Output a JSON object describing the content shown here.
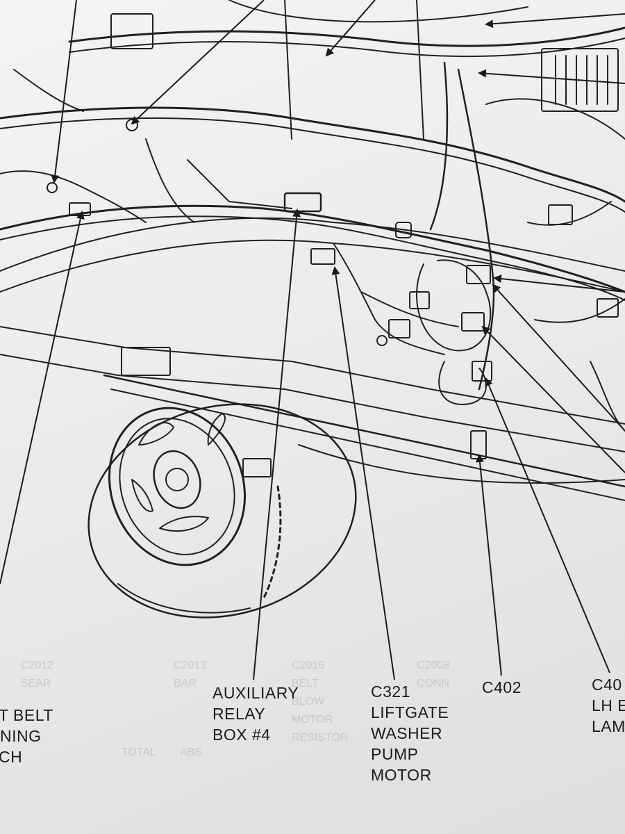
{
  "callouts": {
    "seat_belt": [
      "T BELT",
      "NING",
      "CH"
    ],
    "aux_relay": [
      "AUXILIARY",
      "RELAY",
      "BOX #4"
    ],
    "c321": [
      "C321",
      "LIFTGATE",
      "WASHER",
      "PUMP",
      "MOTOR"
    ],
    "c402": [
      "C402"
    ],
    "c40x": [
      "C40",
      "LH E",
      "LAM"
    ]
  },
  "bleed_through": [
    "C2012",
    "SEAR",
    "C2013",
    "BAR",
    "C2016",
    "BELT",
    "BLOW",
    "MOTOR",
    "RESISTOR",
    "C2008",
    "CONN",
    "TOTAL",
    "ABS"
  ]
}
